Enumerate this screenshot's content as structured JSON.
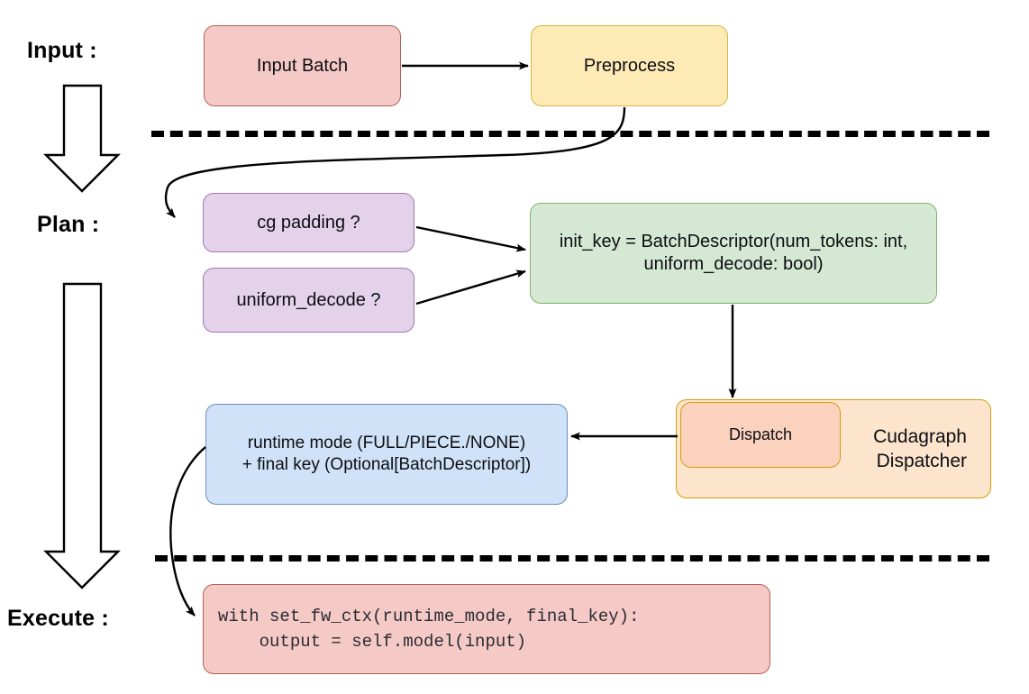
{
  "diagram": {
    "title_stages": [
      {
        "id": "input",
        "label": "Input :"
      },
      {
        "id": "plan",
        "label": "Plan :"
      },
      {
        "id": "execute",
        "label": "Execute :"
      }
    ],
    "nodes": {
      "input_batch": {
        "label": "Input Batch",
        "color": "#f5cac6"
      },
      "preprocess": {
        "label": "Preprocess",
        "color": "#fdeab5"
      },
      "cg_padding": {
        "label": "cg padding ?",
        "color": "#e3d2ea"
      },
      "uniform_decode": {
        "label": "uniform_decode ?",
        "color": "#e3d2ea"
      },
      "init_key_l1": {
        "label": "init_key = BatchDescriptor(num_tokens: int,"
      },
      "init_key_l2": {
        "label": "uniform_decode: bool)"
      },
      "init_key_color": "#d5e8d4",
      "dispatch": {
        "label": "Dispatch",
        "color": "#fbd2bd"
      },
      "cudagraph_l1": {
        "label": "Cudagraph"
      },
      "cudagraph_l2": {
        "label": "Dispatcher"
      },
      "cudagraph_color": "#fde5cd",
      "runtime_l1": {
        "label": "runtime mode (FULL/PIECE./NONE)"
      },
      "runtime_l2": {
        "label": "+ final key (Optional[BatchDescriptor])"
      },
      "runtime_color": "#cfe2f7",
      "code_l1": {
        "label": "with set_fw_ctx(runtime_mode, final_key):"
      },
      "code_l2": {
        "label": "    output = self.model(input)"
      },
      "code_color": "#f5cac6"
    },
    "separators": {
      "count": 2,
      "style": "dashed",
      "color": "#000000"
    },
    "flow_arrows": [
      {
        "from": "input_batch",
        "to": "preprocess"
      },
      {
        "from": "preprocess",
        "to": "cg_padding"
      },
      {
        "from": "cg_padding",
        "to": "init_key"
      },
      {
        "from": "uniform_decode",
        "to": "init_key"
      },
      {
        "from": "init_key",
        "to": "dispatch"
      },
      {
        "from": "dispatch",
        "to": "runtime_mode"
      },
      {
        "from": "runtime_mode",
        "to": "code"
      }
    ],
    "stage_arrows": [
      {
        "from": "input",
        "to": "plan"
      },
      {
        "from": "plan",
        "to": "execute"
      }
    ]
  }
}
